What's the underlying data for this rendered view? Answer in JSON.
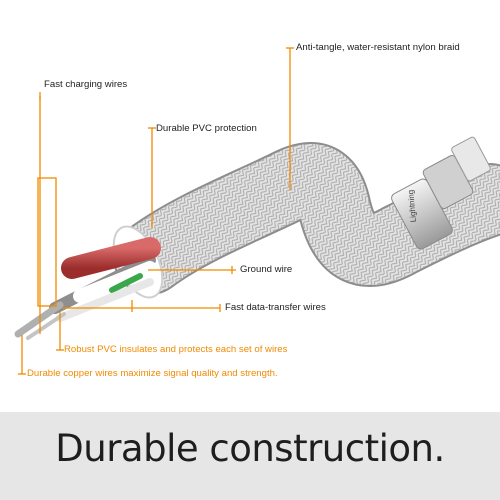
{
  "callouts": {
    "nylon_braid": "Anti-tangle, water-resistant nylon braid",
    "fast_charging": "Fast charging wires",
    "pvc_protection": "Durable PVC protection",
    "ground_wire": "Ground wire",
    "data_wires": "Fast data-transfer wires",
    "robust_pvc": "Robust PVC insulates and protects each set of wires",
    "copper_wires": "Durable copper wires maximize signal quality and strength."
  },
  "connector_text": "Lightning",
  "banner": {
    "text": "Durable construction."
  },
  "colors": {
    "accent": "#f08a00",
    "banner_bg": "#e6e6e6",
    "wire_red": "#b73c3c",
    "wire_green": "#3aa84a",
    "braid": "#dcdcdc"
  }
}
